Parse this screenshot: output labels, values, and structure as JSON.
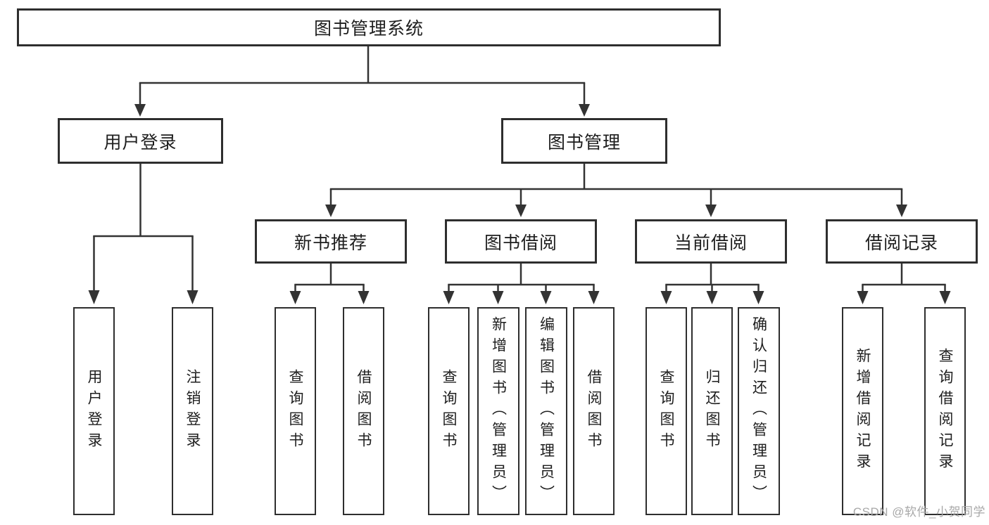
{
  "diagram": {
    "watermark": "CSDN @软件_小贺同学",
    "colors": {
      "line": "#333333",
      "box_border": "#2e2e2e",
      "text": "#1e1e1e",
      "watermark": "#a8a8a8",
      "background": "#ffffff"
    },
    "tree": {
      "root": {
        "label": "图书管理系统",
        "children": [
          {
            "label": "用户登录",
            "children": [
              {
                "label": "用户登录"
              },
              {
                "label": "注销登录"
              }
            ]
          },
          {
            "label": "图书管理",
            "children": [
              {
                "label": "新书推荐",
                "children": [
                  {
                    "label": "查询图书"
                  },
                  {
                    "label": "借阅图书"
                  }
                ]
              },
              {
                "label": "图书借阅",
                "children": [
                  {
                    "label": "查询图书"
                  },
                  {
                    "label": "新增图书（管理员）"
                  },
                  {
                    "label": "编辑图书（管理员）"
                  },
                  {
                    "label": "借阅图书"
                  }
                ]
              },
              {
                "label": "当前借阅",
                "children": [
                  {
                    "label": "查询图书"
                  },
                  {
                    "label": "归还图书"
                  },
                  {
                    "label": "确认归还（管理员）"
                  }
                ]
              },
              {
                "label": "借阅记录",
                "children": [
                  {
                    "label": "新增借阅记录"
                  },
                  {
                    "label": "查询借阅记录"
                  }
                ]
              }
            ]
          }
        ]
      }
    }
  }
}
